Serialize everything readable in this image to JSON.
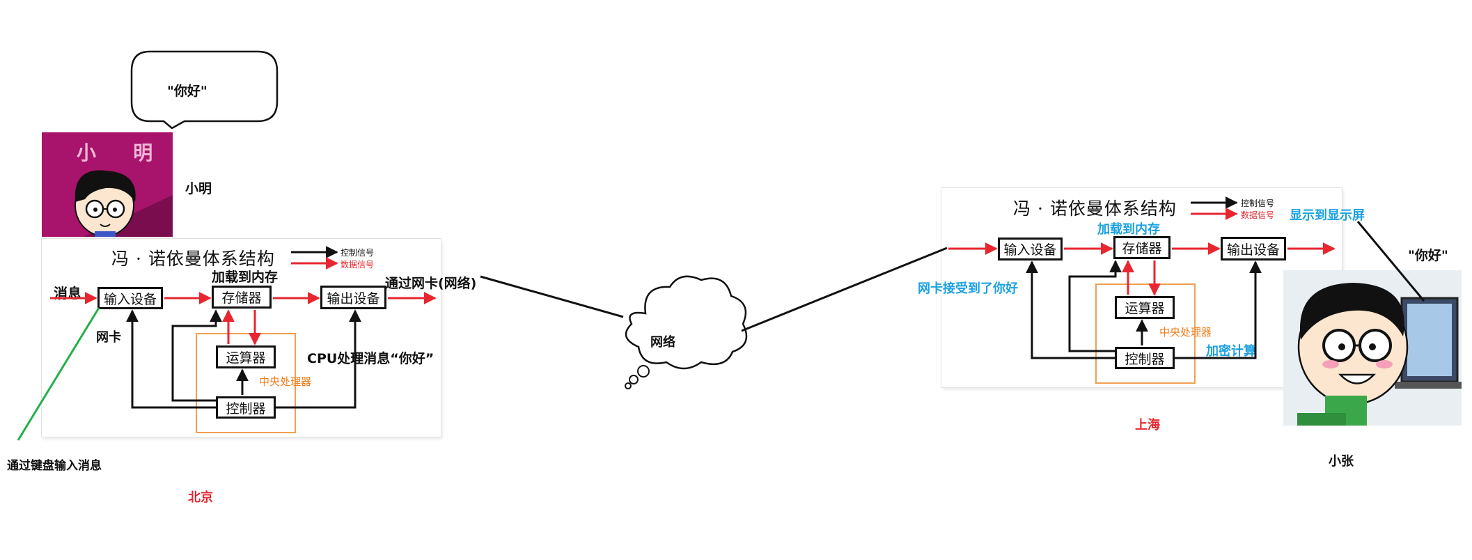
{
  "speech_bubble": {
    "text": "\"你好\""
  },
  "xiaoming": {
    "sign": "小   明",
    "name": "小明"
  },
  "beijing": {
    "panel_title": "冯 · 诺依曼体系结构",
    "legend_control": "控制信号",
    "legend_data": "数据信号",
    "input_box": "输入设备",
    "storage_box": "存储器",
    "output_box": "输出设备",
    "alu_box": "运算器",
    "controller_box": "控制器",
    "cpu_label": "中央处理器",
    "label_message": "消息",
    "label_load": "加载到内存",
    "label_nic_send": "通过网卡(网络)",
    "label_nic": "网卡",
    "label_cpu_process": "CPU处理消息“你好”",
    "label_keyboard": "通过键盘输入消息",
    "city": "北京"
  },
  "network": {
    "label": "网络"
  },
  "shanghai": {
    "panel_title": "冯 · 诺依曼体系结构",
    "legend_control": "控制信号",
    "legend_data": "数据信号",
    "input_box": "输入设备",
    "storage_box": "存储器",
    "output_box": "输出设备",
    "alu_box": "运算器",
    "controller_box": "控制器",
    "cpu_label": "中央处理器",
    "label_load": "加载到内存",
    "label_display": "显示到显示屏",
    "label_nic_receive": "网卡接受到了你好",
    "label_decrypt": "加密计算",
    "city": "上海"
  },
  "xiaozhang": {
    "quote": "\"你好\"",
    "name": "小张"
  },
  "colors": {
    "data_arrow": "#e8262f",
    "control_arrow": "#111111",
    "blue_label": "#1ba1e2",
    "red_label": "#e8262f",
    "cpu_border": "#f0a050",
    "keyboard_line": "#22b04b",
    "avatar_bg": "#a8136b"
  }
}
